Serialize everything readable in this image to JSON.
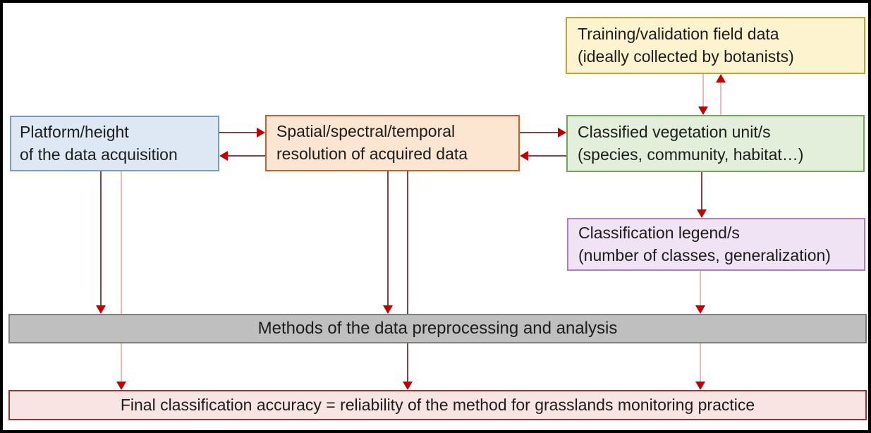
{
  "diagram": {
    "nodes": {
      "training_field_data": {
        "line1": "Training/validation field data",
        "line2": "(ideally collected by botanists)",
        "fill": "#fdf3cf",
        "border": "#c3a137"
      },
      "platform_height": {
        "line1": "Platform/height",
        "line2": "of the data acquisition",
        "fill": "#dde8f4",
        "border": "#7a99bb"
      },
      "resolution": {
        "line1": "Spatial/spectral/temporal",
        "line2": "resolution of acquired data",
        "fill": "#fce6d2",
        "border": "#c0622d"
      },
      "vegetation_units": {
        "line1": "Classified vegetation unit/s",
        "line2": "(species, community, habitat…)",
        "fill": "#e3efdb",
        "border": "#74a557"
      },
      "legend": {
        "line1": "Classification legend/s",
        "line2": "(number of classes, generalization)",
        "fill": "#f0e3f4",
        "border": "#ad7cc2"
      },
      "methods": {
        "label": "Methods of the data preprocessing and analysis",
        "fill": "#bfbfbf",
        "border": "#7f7f7f"
      },
      "final_accuracy": {
        "label": "Final classification accuracy = reliability of the method for grasslands monitoring practice",
        "fill": "#f8e5e3",
        "border": "#943634"
      }
    },
    "edges": [
      {
        "from": "platform_height",
        "to": "resolution"
      },
      {
        "from": "resolution",
        "to": "platform_height"
      },
      {
        "from": "resolution",
        "to": "vegetation_units"
      },
      {
        "from": "vegetation_units",
        "to": "resolution"
      },
      {
        "from": "training_field_data",
        "to": "vegetation_units"
      },
      {
        "from": "vegetation_units",
        "to": "training_field_data"
      },
      {
        "from": "vegetation_units",
        "to": "legend"
      },
      {
        "from": "platform_height",
        "to": "methods"
      },
      {
        "from": "platform_height",
        "to": "final_accuracy"
      },
      {
        "from": "resolution",
        "to": "methods"
      },
      {
        "from": "resolution",
        "to": "final_accuracy"
      },
      {
        "from": "legend",
        "to": "methods"
      },
      {
        "from": "legend",
        "to": "final_accuracy"
      }
    ],
    "arrow_colors": {
      "head": "#c00000",
      "line_dark": "#7b4541",
      "line_light": "#e7bcb8"
    }
  }
}
